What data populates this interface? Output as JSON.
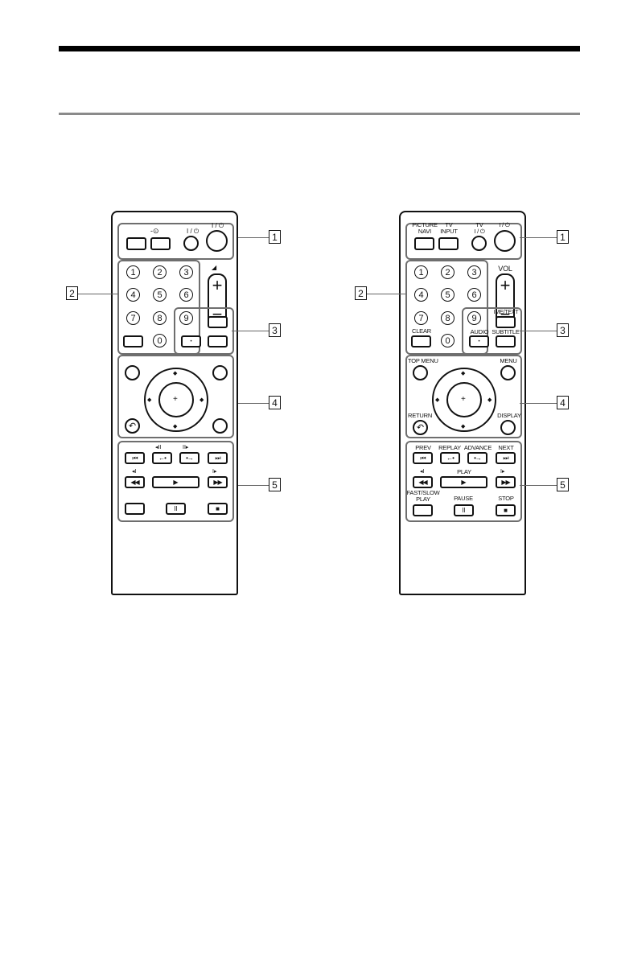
{
  "left_remote": {
    "top_row": {
      "input_symbol": "-⊙",
      "tv_power": "I / ⏻",
      "power": "I / ⏻"
    },
    "vol_symbol": "◢",
    "vol_plus": "+",
    "vol_minus": "−",
    "numbers": [
      "1",
      "2",
      "3",
      "4",
      "5",
      "6",
      "7",
      "8",
      "9",
      "0"
    ],
    "transport_symbols": {
      "prev": "⏮",
      "replay": "◂‖",
      "advance": "‖▸",
      "next": "⏭",
      "rew": "◀◀",
      "play": "▶",
      "ff": "▶▶",
      "pause": "II",
      "stop": "■"
    },
    "return_symbol": "↶"
  },
  "right_remote": {
    "top_row": {
      "picture_navi": "PICTURE\nNAVI",
      "tv_input": "TV\nINPUT",
      "tv_power": "TV\nI / ⏻",
      "power": "I / ⏻"
    },
    "vol_label": "VOL",
    "vol_plus": "+",
    "vol_minus": "−",
    "numbers": [
      "1",
      "2",
      "3",
      "4",
      "5",
      "6",
      "7",
      "8",
      "9",
      "0"
    ],
    "clear": "CLEAR",
    "time_text": "IME/TEXT",
    "audio": "AUDIO",
    "subtitle": "SUBTITLE",
    "top_menu": "TOP MENU",
    "menu": "MENU",
    "return": "RETURN",
    "display": "DISPLAY",
    "prev": "PREV",
    "replay": "REPLAY",
    "advance": "ADVANCE",
    "next": "NEXT",
    "play": "PLAY",
    "fast_slow": "FAST/SLOW\nPLAY",
    "pause": "PAUSE",
    "stop": "STOP"
  },
  "callouts": [
    "1",
    "2",
    "3",
    "4",
    "5"
  ]
}
